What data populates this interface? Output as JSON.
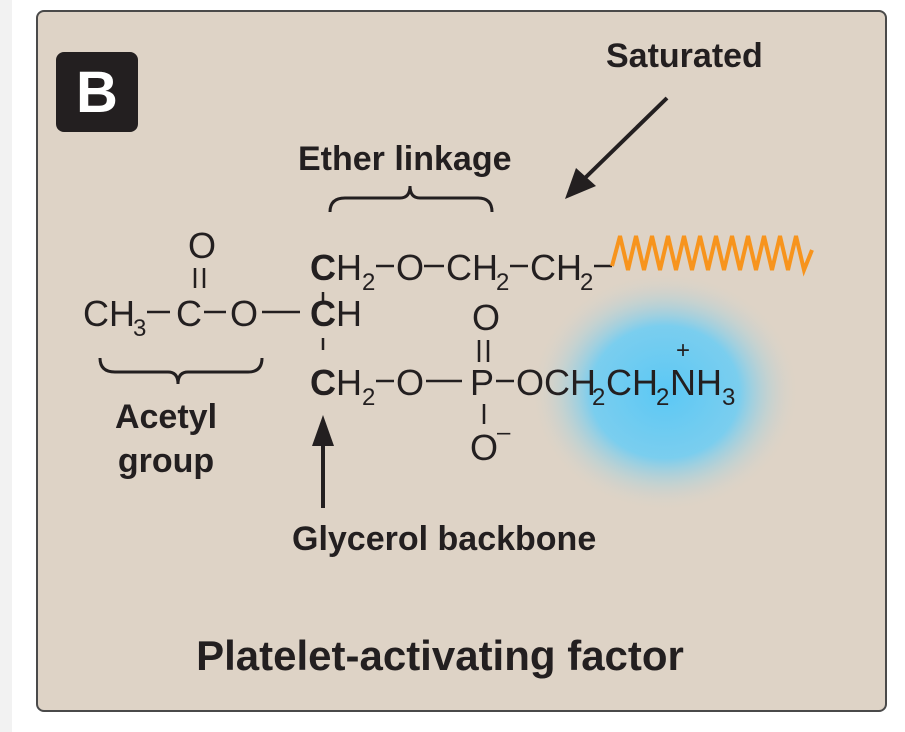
{
  "panel": {
    "letter": "B",
    "title": "Platelet-activating factor",
    "labels": {
      "saturated": "Saturated",
      "ether_linkage": "Ether linkage",
      "acetyl_line1": "Acetyl",
      "acetyl_line2": "group",
      "glycerol_backbone": "Glycerol backbone"
    }
  },
  "colors": {
    "panel_background": "#ded3c6",
    "border": "#4a4a4a",
    "letter_box": "#231f20",
    "zigzag": "#f7941d",
    "glow": "#5bc8f5"
  },
  "icons": {
    "zigzag": "saturated-chain-zigzag",
    "glow": "positive-charge-glow"
  }
}
